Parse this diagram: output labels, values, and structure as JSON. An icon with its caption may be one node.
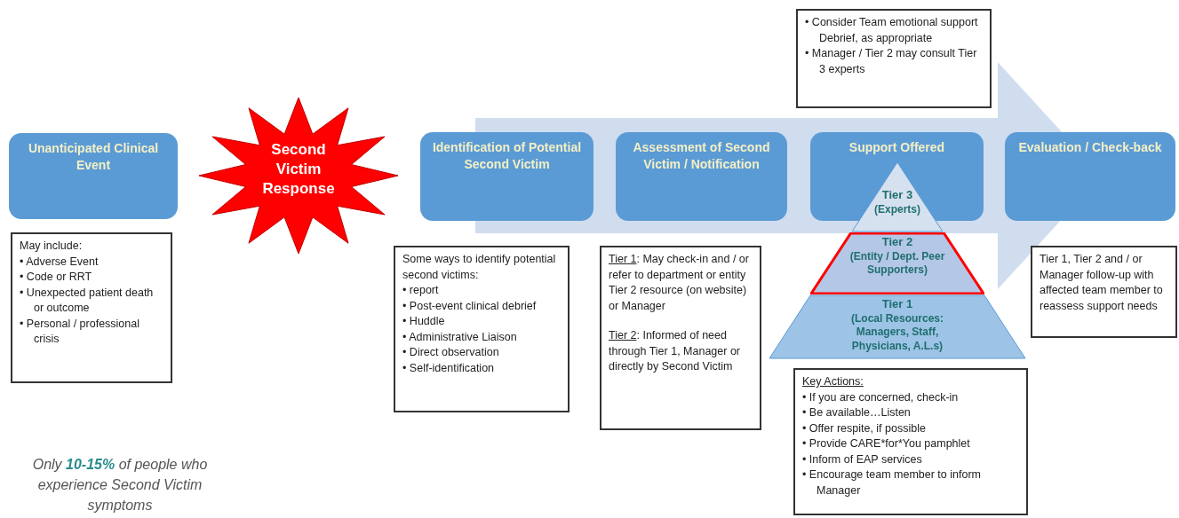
{
  "diagram": {
    "nodes": [
      {
        "text": [
          "Unanticipated Clinical Event"
        ]
      },
      {
        "text": [
          "May include:",
          "• Adverse Event",
          "• Code or RRT",
          "• Unexpected patient death or outcome",
          "• Personal / professional crisis"
        ]
      },
      {
        "text": [
          "Second Victim Response"
        ]
      },
      {
        "text": [
          "Identification of Potential Second Victim"
        ]
      },
      {
        "text": [
          "Assessment of Second Victim / Notification"
        ]
      },
      {
        "text": [
          "Support Offered"
        ]
      },
      {
        "text": [
          "Evaluation / Check-back"
        ]
      },
      {
        "text": [
          "Some ways to identify potential second victims:",
          "• report",
          "• Post-event clinical debrief",
          "• Huddle",
          "• Administrative Liaison",
          "• Direct observation",
          "• Self-identification"
        ]
      },
      {
        "text": [
          "Tier 1: May check-in and / or refer to department or entity Tier 2 resource (on website) or Manager",
          "Tier 2: Informed of need through Tier 1, Manager or directly by Second Victim"
        ]
      },
      {
        "text": [
          "• Consider Team emotional support Debrief, as appropriate",
          "• Manager / Tier 2 may consult Tier 3 experts"
        ]
      },
      {
        "text": [
          "Tier 3",
          "(Experts)"
        ]
      },
      {
        "text": [
          "Tier 2",
          "(Entity / Dept. Peer Supporters)"
        ]
      },
      {
        "text": [
          "Tier 1",
          "(Local Resources: Managers, Staff, Physicians, A.L.s)"
        ]
      },
      {
        "text": [
          "Tier 1, Tier 2 and / or Manager follow-up with affected team member to reassess support needs"
        ]
      },
      {
        "text": [
          "Key Actions:",
          "• If you are concerned, check-in",
          "• Be available…Listen",
          "• Offer respite, if possible",
          "• Provide CARE*for*You pamphlet",
          "• Inform of EAP services",
          "• Encourage team member to inform Manager"
        ]
      }
    ],
    "edges": [
      {
        "from": 3,
        "to": 6,
        "arrow": "to",
        "style": "thick",
        "color": "#d0ddef"
      }
    ],
    "labels": [
      "Only **10-15%** of people who experience Second Victim symptoms"
    ]
  }
}
